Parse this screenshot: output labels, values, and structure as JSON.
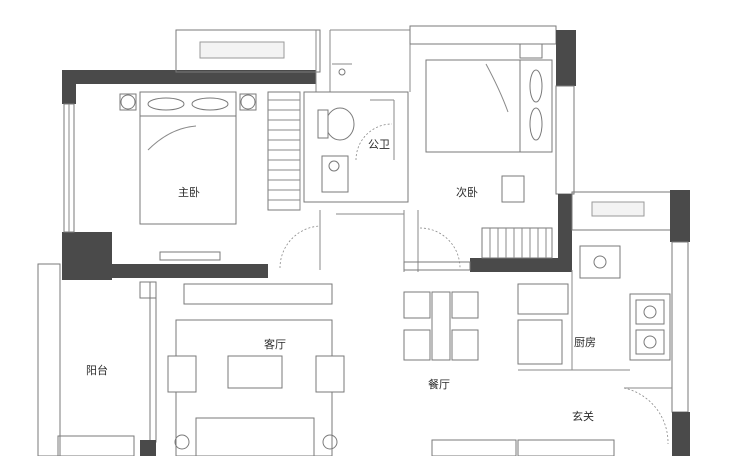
{
  "rooms": {
    "master_bedroom": "主卧",
    "bathroom": "公卫",
    "second_bedroom": "次卧",
    "living_room": "客厅",
    "balcony": "阳台",
    "dining_room": "餐厅",
    "kitchen": "厨房",
    "entrance": "玄关"
  }
}
